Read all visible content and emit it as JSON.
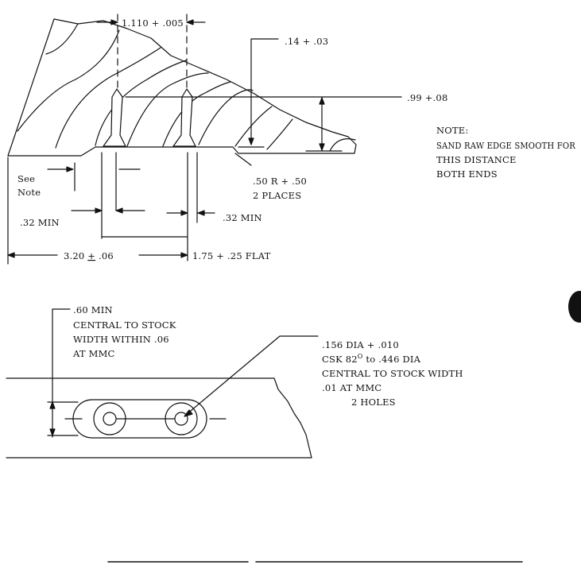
{
  "top_view": {
    "dim_hole_spacing": "1.110",
    "dim_hole_spacing_tol": "+ .005",
    "dim_countersink_depth": ".14 + .03",
    "dim_height": ".99 +.08",
    "note_title": "NOTE:",
    "note_line1": "SAND RAW EDGE SMOOTH FOR",
    "note_line2": "THIS DISTANCE",
    "note_line3": "BOTH ENDS",
    "see_note_line1": "See",
    "see_note_line2": "Note",
    "dim_radius": ".50 R + .50",
    "dim_radius_places": "2 PLACES",
    "dim_min_left": ".32 MIN",
    "dim_min_right": ".32 MIN",
    "dim_overall": "3.20",
    "dim_overall_tol": ".06",
    "dim_flat": "1.75 + .25 FLAT"
  },
  "bottom_view": {
    "dim_edge_min": ".60 MIN",
    "edge_line2": "CENTRAL TO STOCK",
    "edge_line3": "WIDTH WITHIN .06",
    "edge_line4": "AT MMC",
    "hole_line1": ".156 DIA + .010",
    "hole_line2_a": "CSK 82",
    "hole_line2_sup": "O",
    "hole_line2_b": " to .446 DIA",
    "hole_line3": "CENTRAL TO STOCK WIDTH",
    "hole_line4": ".01 AT MMC",
    "hole_line5": "2 HOLES"
  }
}
